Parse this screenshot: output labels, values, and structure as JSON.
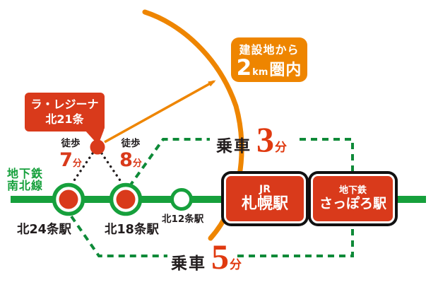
{
  "colors": {
    "red": "#d93a1b",
    "orange": "#ee8500",
    "rail_green": "#16a03c",
    "dash_green": "#0e8a38",
    "text_black": "#221d1e"
  },
  "property": {
    "name_line1": "ラ・レジーナ",
    "name_line2": "北21条"
  },
  "radius_badge": {
    "prefix": "建設地から",
    "value": "2",
    "unit": "km",
    "suffix": "圏内"
  },
  "rail_line": {
    "name_line1": "地下鉄",
    "name_line2": "南北線"
  },
  "stations": {
    "kita24": "北24条駅",
    "kita18": "北18条駅",
    "kita12": "北12条駅",
    "jr_company": "JR",
    "jr_name": "札幌駅",
    "subway_company": "地下鉄",
    "subway_name": "さっぽろ駅"
  },
  "walks": {
    "left": {
      "label": "徒歩",
      "value": "7",
      "unit": "分"
    },
    "right": {
      "label": "徒歩",
      "value": "8",
      "unit": "分"
    }
  },
  "rides": {
    "top": {
      "label": "乗車",
      "value": "3",
      "unit": "分"
    },
    "bottom": {
      "label": "乗車",
      "value": "5",
      "unit": "分"
    }
  }
}
